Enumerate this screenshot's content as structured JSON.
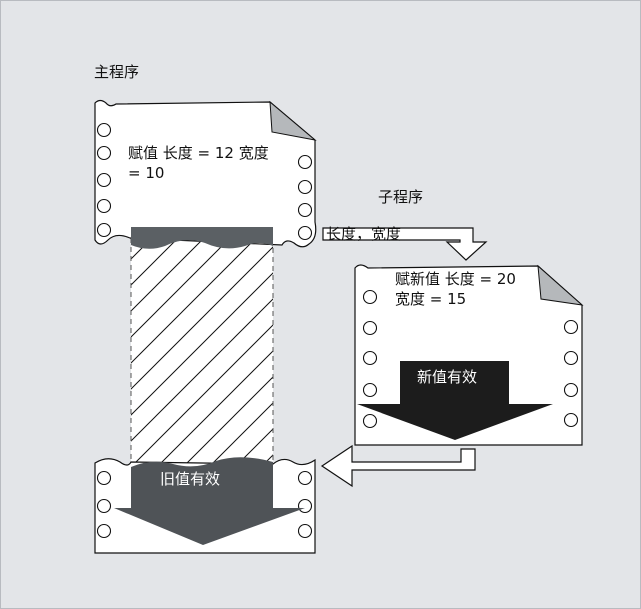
{
  "colors": {
    "background": "#e3e5e8",
    "border": "#b8bbc0",
    "paper": "#ffffff",
    "ink": "#111111",
    "dark_arrow": "#1c1c1c",
    "valid_arrow": "#4f5357",
    "hatch_band": "#5b6064"
  },
  "main_program": {
    "title": "主程序",
    "assignment_line1": "赋值 长度 = 12 宽度",
    "assignment_line2": "= 10",
    "old_value_label": "旧值有效"
  },
  "subprogram": {
    "title": "子程序",
    "parameters_label": "长度，宽度",
    "assignment_line1": "赋新值 长度 = 20",
    "assignment_line2": "宽度 = 15",
    "new_value_label": "新值有效"
  },
  "icons": [
    "document-icon",
    "return-arrow-icon",
    "call-arrow-icon"
  ]
}
